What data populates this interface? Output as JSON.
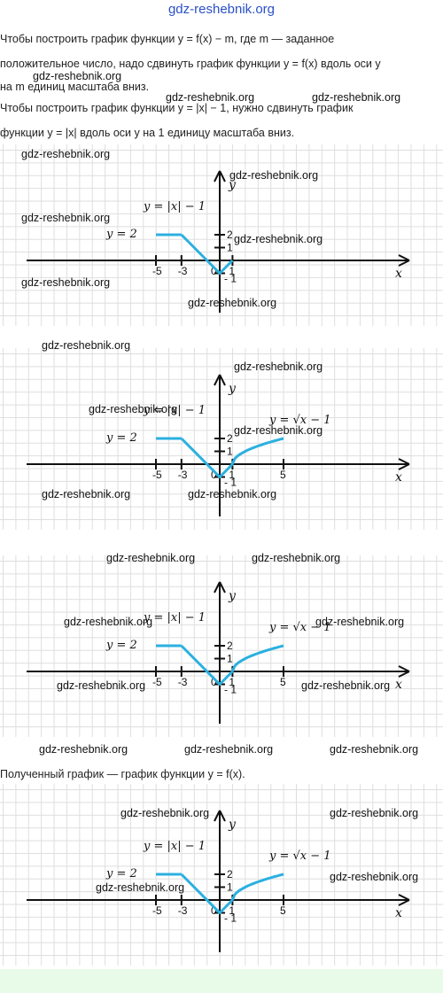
{
  "watermark": "gdz-reshebnik.org",
  "text": {
    "p1_line1": "Чтобы построить график функции y = f(x) − m, где m — заданное",
    "p1_line2": "положительное число, надо сдвинуть график функции y = f(x) вдоль оси y",
    "p1_line3": "на m единиц масштаба вниз.",
    "p2_line1": "Чтобы построить график функции y = |x| − 1, нужно сдвинуть график",
    "p2_line2": "функции y = |x| вдоль оси y на 1 единицу масштаба вниз.",
    "p3": "Полученный график — график функции y = f(x)."
  },
  "graph_labels": {
    "x_axis": "x",
    "y_axis": "y",
    "abs_func": "y = |x| − 1",
    "const_func": "y = 2",
    "sqrt_func": "y = √x − 1",
    "ticks_x": [
      "-5",
      "-3",
      "0",
      "1",
      "5"
    ],
    "ticks_y": [
      "2",
      "1",
      "- 1"
    ]
  },
  "colors": {
    "curve": "#2bb0e0",
    "axis": "#111111",
    "grid": "#dedede",
    "watermark_top": "#2a50c8",
    "bottom_band": "#e8fbe8"
  },
  "chart_data": [
    {
      "type": "line",
      "series": [
        {
          "name": "y = 2",
          "x": [
            -5,
            -3
          ],
          "y": [
            2,
            2
          ]
        },
        {
          "name": "y = |x| − 1",
          "x": [
            -3,
            0,
            1
          ],
          "y": [
            2,
            -1,
            0
          ]
        }
      ]
    },
    {
      "type": "line",
      "series": [
        {
          "name": "y = 2",
          "x": [
            -5,
            -3
          ],
          "y": [
            2,
            2
          ]
        },
        {
          "name": "y = |x| − 1",
          "x": [
            -3,
            0,
            1
          ],
          "y": [
            2,
            -1,
            0
          ]
        },
        {
          "name": "y = √x − 1",
          "x": [
            1,
            2,
            3,
            4,
            5
          ],
          "y": [
            0,
            1,
            1.41,
            1.73,
            2
          ]
        }
      ]
    },
    {
      "type": "line",
      "series": [
        {
          "name": "y = 2",
          "x": [
            -5,
            -3
          ],
          "y": [
            2,
            2
          ]
        },
        {
          "name": "y = |x| − 1",
          "x": [
            -3,
            0,
            1
          ],
          "y": [
            2,
            -1,
            0
          ]
        },
        {
          "name": "y = √x − 1",
          "x": [
            1,
            2,
            3,
            4,
            5
          ],
          "y": [
            0,
            1,
            1.41,
            1.73,
            2
          ]
        }
      ]
    },
    {
      "type": "line",
      "series": [
        {
          "name": "y = 2",
          "x": [
            -5,
            -3
          ],
          "y": [
            2,
            2
          ]
        },
        {
          "name": "y = |x| − 1",
          "x": [
            -3,
            0,
            1
          ],
          "y": [
            2,
            -1,
            0
          ]
        },
        {
          "name": "y = √x − 1",
          "x": [
            1,
            2,
            3,
            4,
            5
          ],
          "y": [
            0,
            1,
            1.41,
            1.73,
            2
          ]
        }
      ]
    }
  ]
}
